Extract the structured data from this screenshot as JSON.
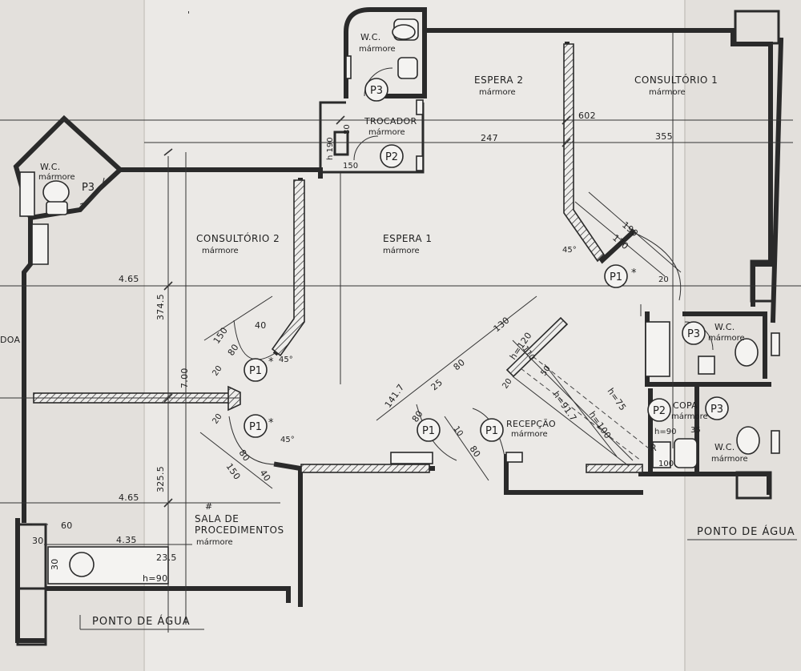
{
  "rooms": {
    "wc_top": {
      "name": "W.C.",
      "finish": "mármore"
    },
    "wc_left": {
      "name": "W.C.",
      "finish": "mármore"
    },
    "trocador": {
      "name": "TROCADOR",
      "finish": "mármore"
    },
    "espera2": {
      "name": "ESPERA 2",
      "finish": "mármore"
    },
    "consultorio1": {
      "name": "CONSULTÓRIO 1",
      "finish": "mármore"
    },
    "consultorio2": {
      "name": "CONSULTÓRIO 2",
      "finish": "mármore"
    },
    "espera1": {
      "name": "ESPERA 1",
      "finish": "mármore"
    },
    "recepcao": {
      "name": "RECEPÇÃO",
      "finish": "mármore"
    },
    "wc_right_top": {
      "name": "W.C.",
      "finish": "mármore"
    },
    "copa": {
      "name": "COPA",
      "finish": "mármore"
    },
    "wc_right_bottom": {
      "name": "W.C.",
      "finish": "mármore"
    },
    "sala_proc": {
      "name_line1": "SALA DE",
      "name_line2": "PROCEDIMENTOS",
      "finish": "mármore"
    }
  },
  "doors": {
    "p3_wc_top": "P3",
    "p2_trocador": "P2",
    "p3_wc_left": "P3",
    "p1_consultorio1": "P1",
    "p1_consultorio2": "P1",
    "p1_sala_proc": "P1",
    "p1_recepcao_left": "P1",
    "p1_recepcao_right": "P1",
    "p3_wc_right_top": "P3",
    "p2_copa": "P2",
    "p3_wc_right_bottom": "P3"
  },
  "dimensions": {
    "d602": "602",
    "d247": "247",
    "d355": "355",
    "d465_top": "4.65",
    "d465_bottom": "4.65",
    "d435": "4.35",
    "d3745": "374.5",
    "d3255": "325.5",
    "d700": "7.00",
    "d60": "60",
    "d30_a": "30",
    "d30_b": "30",
    "d235": "23.5",
    "h90_sala": "h=90",
    "h190": "h 190",
    "d80_troc": "80",
    "d150_troc": "150",
    "d190_c1": "190",
    "d170_c1": "170",
    "d20_c1": "20",
    "angle_c1": "45°",
    "d150_c2": "150",
    "d40_c2": "40",
    "d80_c2": "80",
    "d20_c2": "20",
    "angle_c2": "45°",
    "d20_sp": "20",
    "d80_sp": "80",
    "d150_sp": "150",
    "d40_sp": "40",
    "angle_sp": "45°",
    "d130": "130",
    "d80_rec": "80",
    "d25_rec": "25",
    "d1417": "141.7",
    "d10_rec": "10",
    "d80_rec2": "80",
    "d80_rec3": "80",
    "h120": "h=120",
    "d110": "110",
    "d20_rec": "20",
    "d50_rec": "50",
    "h917": "h=91.7",
    "h75": "h=75",
    "h100": "h=100",
    "h90_copa": "h=90",
    "d35_copa": "35",
    "d100_copa": "100",
    "r_copa": "R",
    "asterisk": "*"
  },
  "notes": {
    "ponto_agua_left": "PONTO DE ÁGUA",
    "ponto_agua_right": "PONTO DE ÁGUA",
    "edge_fragment": "DOA",
    "mark_top": "'",
    "mark_sala": "#"
  }
}
